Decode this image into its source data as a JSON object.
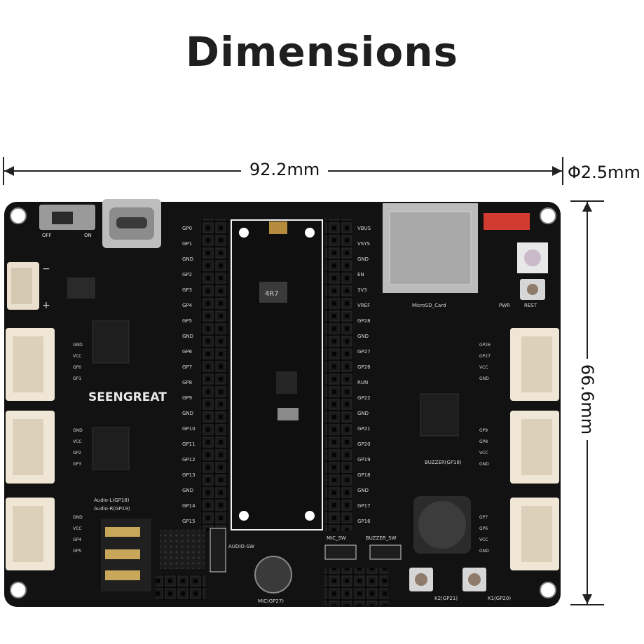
{
  "title": "Dimensions",
  "dimensions": {
    "width_label": "92.2mm",
    "height_label": "66.6mm",
    "hole_label": "Φ2.5mm"
  },
  "board": {
    "brand": "SEENGREAT",
    "silkscreen": {
      "off": "OFF",
      "on": "ON",
      "micro_sd": "MicroSD_Card",
      "reset": "REST",
      "power": "PWR",
      "buzzer": "BUZZER(GP18)",
      "mic_sw": "MIC_SW",
      "buzzer_sw": "BUZZER_SW",
      "audio_sw": "AUDIO-SW",
      "mic": "MIC(GP27)",
      "audio_l": "Audio-L(GP18)",
      "audio_r": "Audio-R(GP19)",
      "k2": "K2(GP21)",
      "k1": "K1(GP20)",
      "inductor": "4R7",
      "pico_pins_left": [
        "GP0",
        "GP1",
        "GND",
        "GP2",
        "GP3",
        "GP4",
        "GP5",
        "GND",
        "GP6",
        "GP7",
        "GP8",
        "GP9",
        "GND",
        "GP10",
        "GP11",
        "GP12",
        "GP13",
        "GND",
        "GP14",
        "GP15"
      ],
      "pico_pins_right": [
        "VBUS",
        "VSYS",
        "GND",
        "EN",
        "3V3",
        "VREF",
        "GP28",
        "GND",
        "GP27",
        "GP26",
        "RUN",
        "GP22",
        "GND",
        "GP21",
        "GP20",
        "GP19",
        "GP18",
        "GND",
        "GP17",
        "GP16"
      ],
      "grove_left": [
        [
          "GND",
          "VCC",
          "GP0",
          "GP1"
        ],
        [
          "GND",
          "VCC",
          "GP2",
          "GP3"
        ],
        [
          "GND",
          "VCC",
          "GP4",
          "GP5"
        ]
      ],
      "grove_right": [
        [
          "GP26",
          "GP27",
          "VCC",
          "GND"
        ],
        [
          "GP9",
          "GP8",
          "VCC",
          "GND"
        ],
        [
          "GP7",
          "GP6",
          "VCC",
          "GND"
        ]
      ]
    }
  }
}
